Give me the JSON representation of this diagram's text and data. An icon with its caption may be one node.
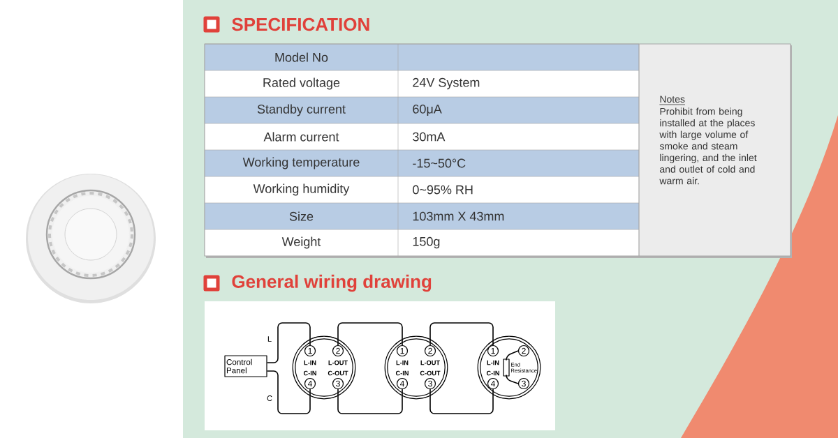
{
  "diagram": {
    "title": "General wiring drawing",
    "nodes": [
      {
        "text": [
          "Control Panel"
        ]
      },
      {
        "text": [
          "L-IN",
          "L-OUT",
          "C-IN",
          "C-OUT"
        ]
      },
      {
        "text": [
          "1"
        ],
        "in": 1
      },
      {
        "text": [
          "2"
        ],
        "in": 1
      },
      {
        "text": [
          "4"
        ],
        "in": 1
      },
      {
        "text": [
          "3"
        ],
        "in": 1
      },
      {
        "text": [
          "L-IN",
          "L-OUT",
          "C-IN",
          "C-OUT"
        ]
      },
      {
        "text": [
          "1"
        ],
        "in": 6
      },
      {
        "text": [
          "2"
        ],
        "in": 6
      },
      {
        "text": [
          "4"
        ],
        "in": 6
      },
      {
        "text": [
          "3"
        ],
        "in": 6
      },
      {
        "text": [
          "L-IN",
          "C-IN"
        ]
      },
      {
        "text": [
          "1"
        ],
        "in": 11
      },
      {
        "text": [
          "2"
        ],
        "in": 11
      },
      {
        "text": [],
        "shape": "box",
        "beside": [
          "End Resistance"
        ],
        "in": 11
      },
      {
        "text": [
          "4"
        ],
        "in": 11
      },
      {
        "text": [
          "3"
        ],
        "in": 11
      }
    ],
    "edges": [
      {
        "from": 0,
        "to": 2,
        "arrow": "none",
        "label": "L"
      },
      {
        "from": 0,
        "to": 4,
        "arrow": "none",
        "label": "C"
      },
      {
        "from": 3,
        "to": 7,
        "arrow": "none"
      },
      {
        "from": 5,
        "to": 9,
        "arrow": "none"
      },
      {
        "from": 8,
        "to": 12,
        "arrow": "none"
      },
      {
        "from": 10,
        "to": 15,
        "arrow": "none"
      },
      {
        "from": 13,
        "to": 14,
        "arrow": "none"
      },
      {
        "from": 14,
        "to": 16,
        "arrow": "none"
      }
    ],
    "labels": [
      "SPECIFICATION",
      "Model No",
      "Rated voltage",
      "24V System",
      "Standby current",
      "60μA",
      "Alarm current",
      "30mA",
      "Working temperature",
      "-15~50°C",
      "Working humidity",
      "0~95% RH",
      "Size",
      "103mm X 43mm",
      "Weight",
      "150g",
      "Notes",
      "Prohibit from being installed at the places with large volume of smoke and steam lingering, and the inlet and outlet of cold and warm air."
    ]
  }
}
